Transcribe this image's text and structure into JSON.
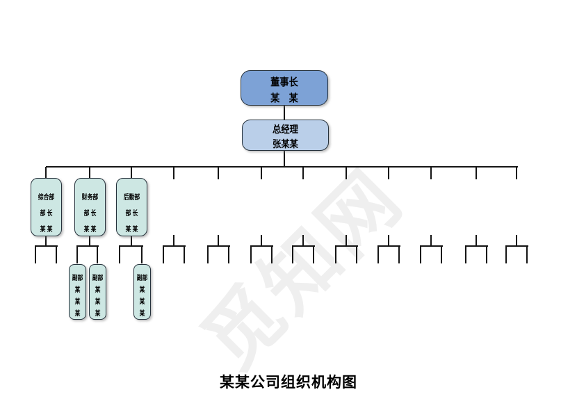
{
  "page": {
    "title": "某某公司组织机构图",
    "watermark": "觅知网"
  },
  "chart": {
    "chairman": {
      "title": "董事长",
      "name": "某　某"
    },
    "general_manager": {
      "title": "总经理",
      "name": "张某某"
    },
    "departments": [
      {
        "name": "综合部",
        "role": "部 长",
        "person": "某 某"
      },
      {
        "name": "财务部",
        "role": "部 长",
        "person": "某 某"
      },
      {
        "name": "后勤部",
        "role": "部 长",
        "person": "某 某"
      }
    ],
    "deputies": [
      {
        "lines": [
          "副部",
          "某",
          "某",
          "某"
        ]
      },
      {
        "lines": [
          "副部",
          "某",
          "某",
          "某"
        ]
      },
      {
        "lines": [
          "副部",
          "某",
          "某",
          "某"
        ]
      }
    ],
    "colors": {
      "chairman_fill": "#7da2d6",
      "gm_fill": "#bacfe9",
      "dept_fill": "#cde7e3",
      "line": "#141414"
    }
  }
}
